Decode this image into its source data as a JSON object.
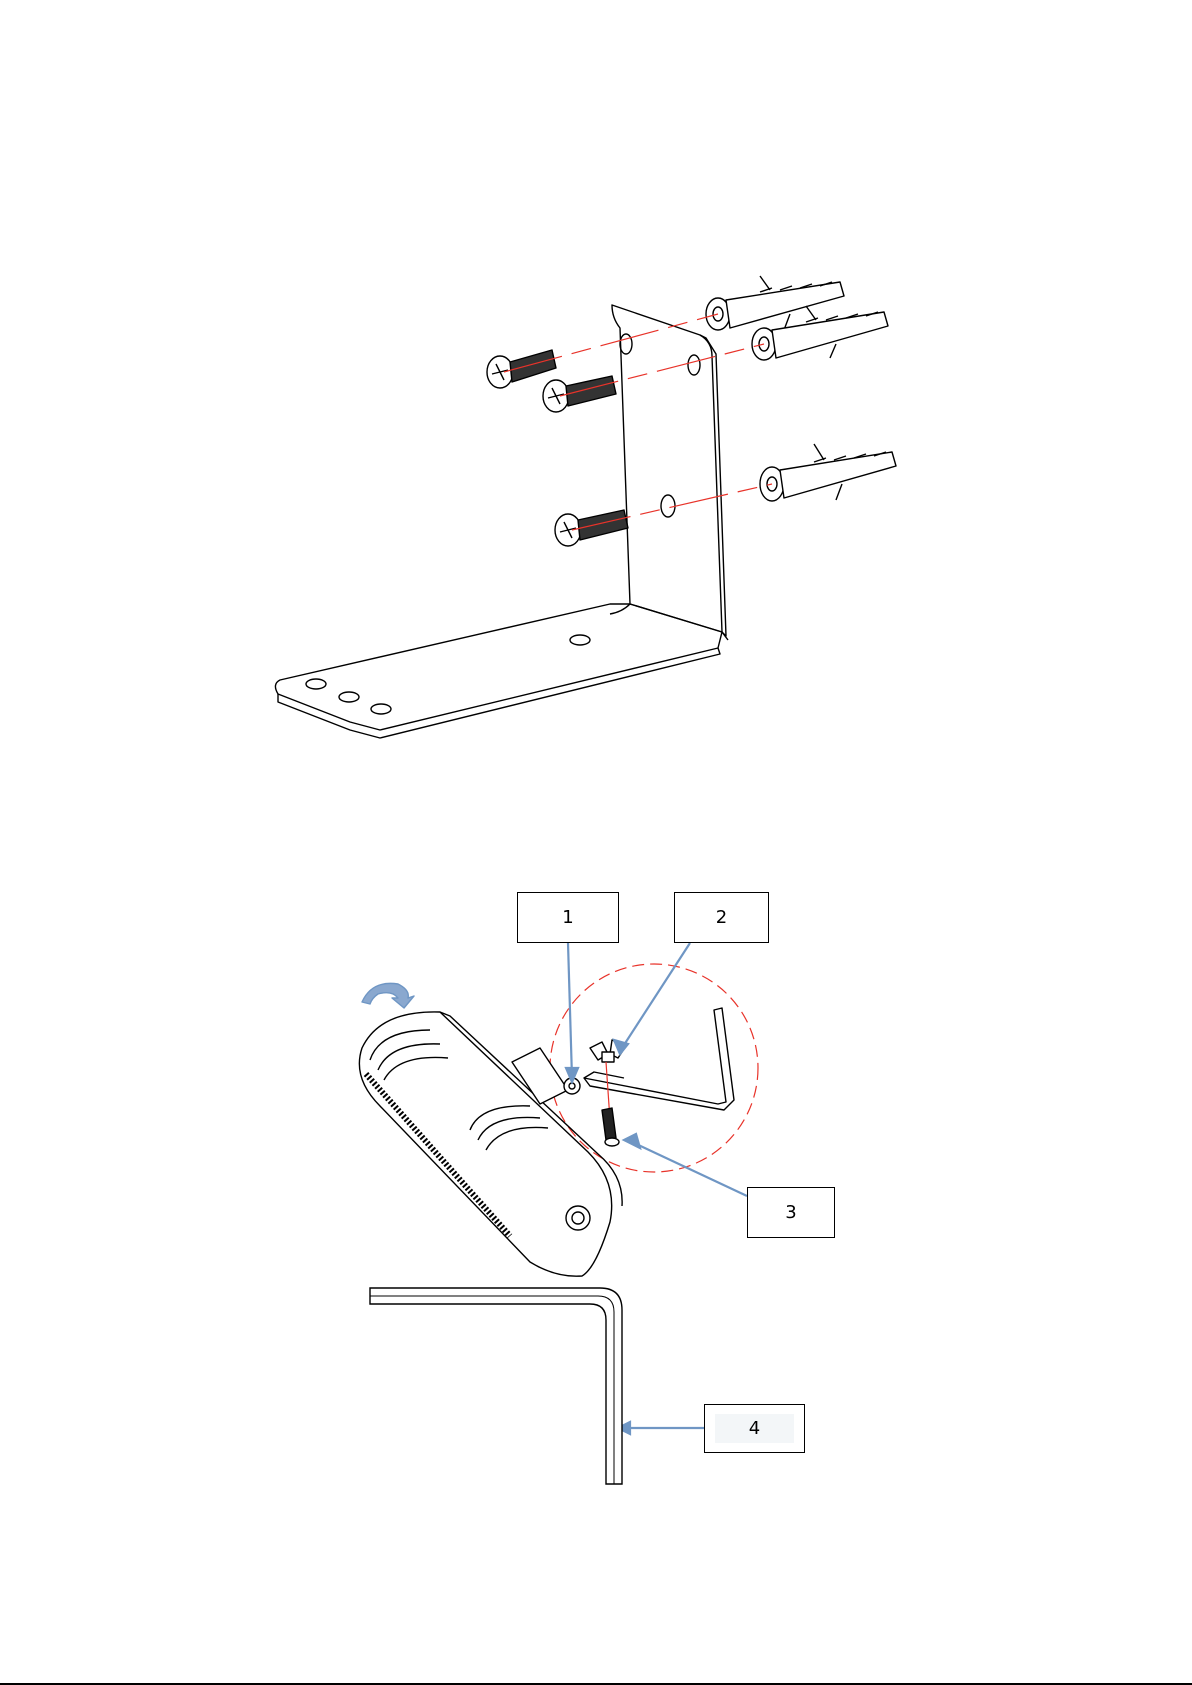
{
  "callouts": [
    {
      "id": "1",
      "text": "1"
    },
    {
      "id": "2",
      "text": "2"
    },
    {
      "id": "3",
      "text": "3"
    },
    {
      "id": "4",
      "text": "4"
    }
  ],
  "colors": {
    "line": "#000000",
    "guide_line": "#e8332a",
    "arrow": "#6f96c4",
    "rotate_arrow": "#8aa8cf"
  }
}
